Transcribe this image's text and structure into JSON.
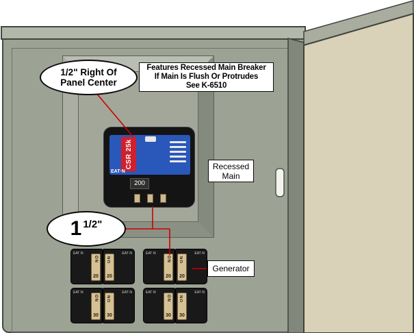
{
  "annotations": {
    "callout_offset": {
      "line1": "1/2\" Right Of",
      "line2": "Panel Center"
    },
    "note": {
      "line1": "Features Recessed Main Breaker",
      "line2": "If Main Is Flush Or Protrudes",
      "line3": "See K-6510"
    },
    "recessed_main": {
      "line1": "Recessed",
      "line2": "Main"
    },
    "spacing": {
      "whole": "1",
      "fraction": "1/2",
      "unit": "\""
    },
    "generator": "Generator"
  },
  "main_breaker": {
    "brand": "EAT·N",
    "model": "CSR 25k",
    "rating": "200"
  },
  "branch_breakers": {
    "brand": "EAT·N",
    "rows": [
      {
        "units": [
          {
            "amp": "20",
            "state": "ON"
          },
          {
            "amp": "20",
            "state": "ON"
          },
          {
            "amp": "20",
            "state": "ON"
          },
          {
            "amp": "20",
            "state": "ON"
          }
        ]
      },
      {
        "units": [
          {
            "amp": "30",
            "state": "ON"
          },
          {
            "amp": "30",
            "state": "ON"
          },
          {
            "amp": "30",
            "state": "ON"
          },
          {
            "amp": "30",
            "state": "ON"
          }
        ]
      }
    ]
  },
  "colors": {
    "panel_gray": "#9ca294",
    "door_beige": "#d9d1b8",
    "breaker_blue": "#2a57ba",
    "label_red": "#cf202d",
    "toggle_tan": "#d6c195",
    "leader_red": "#cc0000"
  }
}
